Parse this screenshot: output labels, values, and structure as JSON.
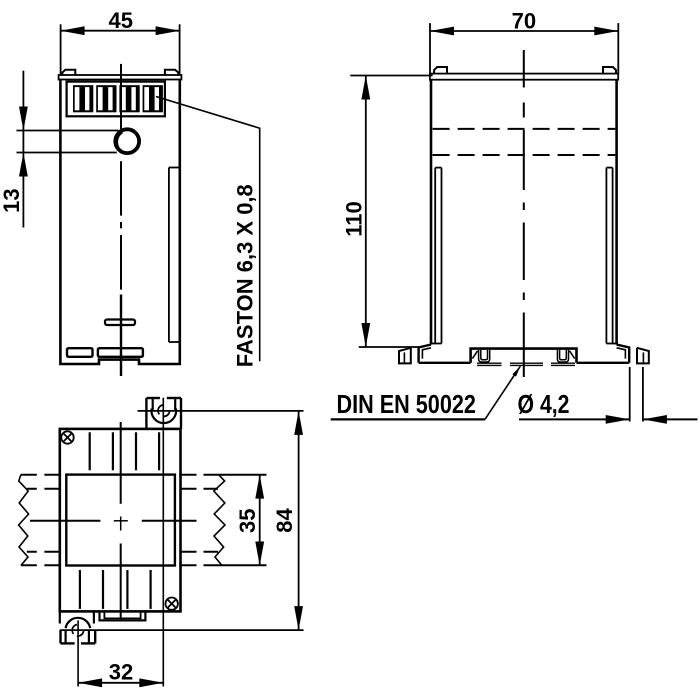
{
  "drawing": {
    "title": "transformer-dimensional-drawing",
    "background_color": "#ffffff",
    "line_color": "#000000",
    "front_view": {
      "width_dim": "45",
      "hole_dim": "13",
      "terminal_label": "FASTON 6,3 X 0,8"
    },
    "side_view": {
      "width_dim": "70",
      "height_dim": "110",
      "rail_label": "DIN EN 50022",
      "foot_hole_dim": "Ø 4,2"
    },
    "bottom_view": {
      "coil_dim": "35",
      "depth_dim": "84",
      "hole_spacing_dim": "32"
    }
  }
}
